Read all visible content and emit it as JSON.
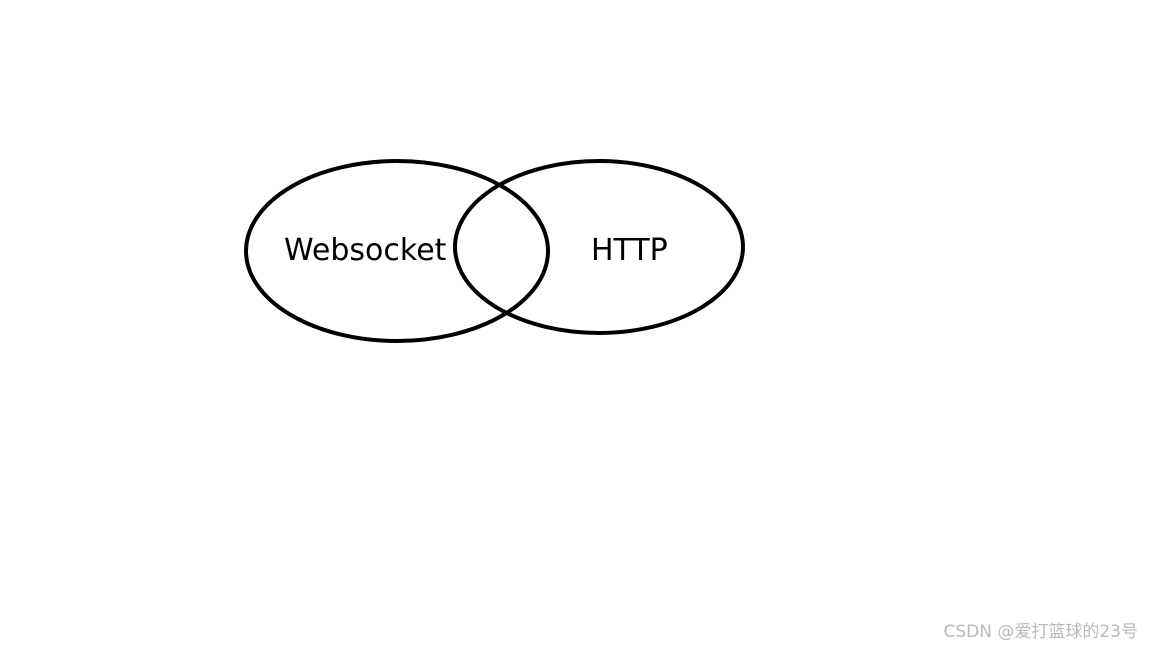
{
  "diagram": {
    "type": "venn",
    "sets": [
      {
        "id": "websocket",
        "label": "Websocket"
      },
      {
        "id": "http",
        "label": "HTTP"
      }
    ],
    "stroke_color": "#000000",
    "background_color": "#ffffff"
  },
  "watermark": {
    "text": "CSDN @爱打篮球的23号",
    "color": "#b9b9b9"
  }
}
